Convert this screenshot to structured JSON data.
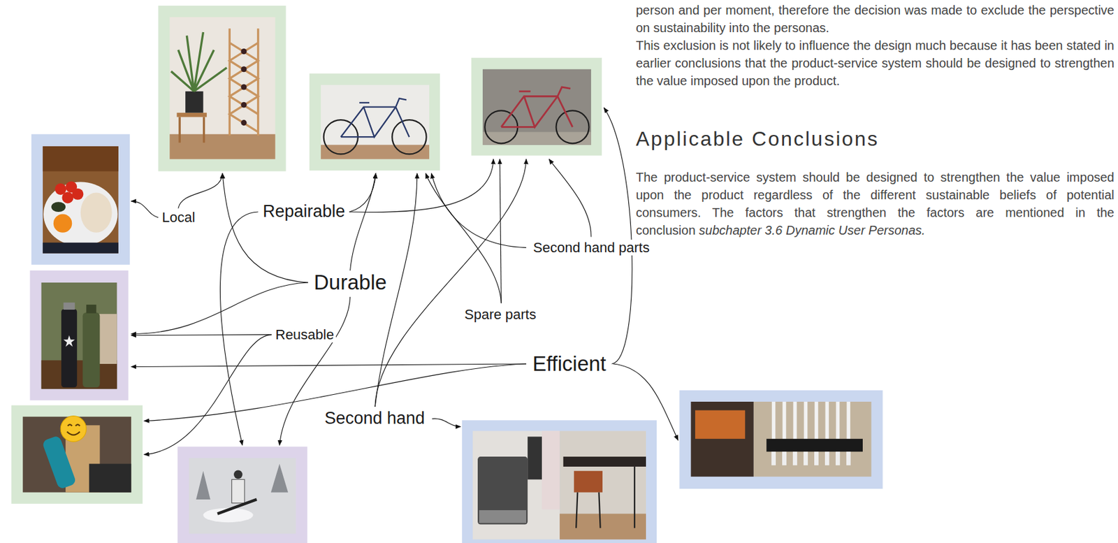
{
  "diagram": {
    "labels": [
      "person and per moment, therefore the decision was made to exclude the perspective on sustainability into the personas.",
      "This exclusion is not likely to influence the design much because it has been stated in earlier conclusions that the product-service system should be designed to strengthen the value imposed upon the product.",
      "Applicable Conclusions",
      "The product-service system should be designed to strengthen the value imposed upon the product regardless of the different sustainable beliefs of potential consumers. The factors that strengthen the factors are mentioned in the conclusion",
      "subchapter 3.6 Dynamic User Personas.",
      "Local",
      "Repairable",
      "Durable",
      "Reusable",
      "Efficient",
      "Second hand",
      "Spare parts",
      "Second hand parts"
    ]
  }
}
